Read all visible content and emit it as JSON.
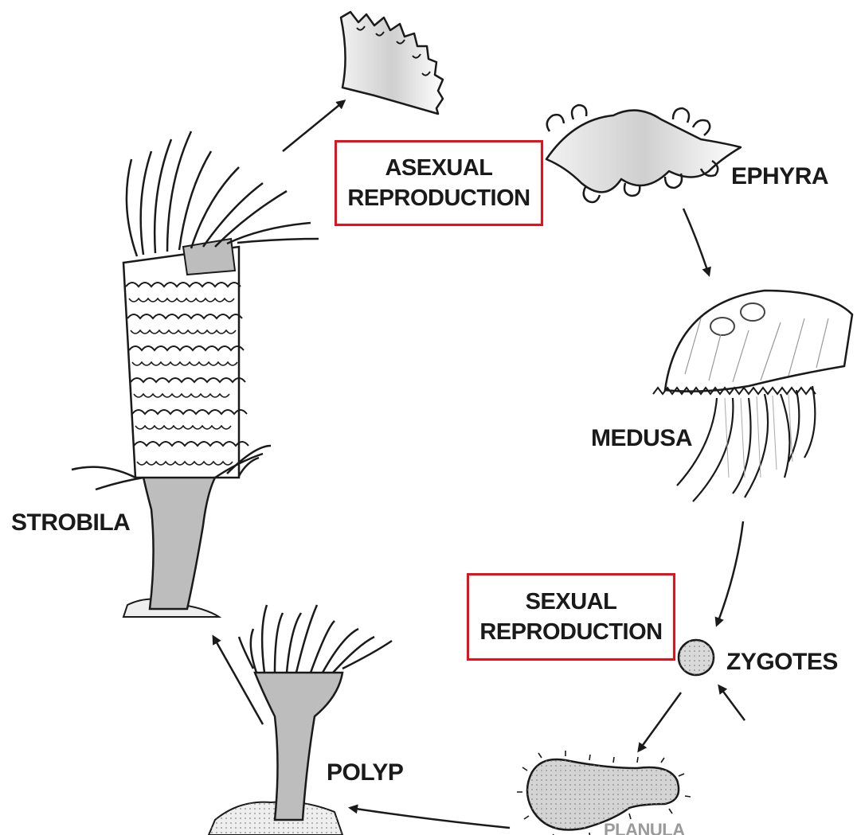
{
  "labels": {
    "ephyra": "EPHYRA",
    "medusa": "MEDUSA",
    "strobila": "STROBILA",
    "zygotes": "ZYGOTES",
    "polyp": "POLYP",
    "planula_partial": "PLANULA"
  },
  "callouts": {
    "asexual": {
      "line1": "ASEXUAL",
      "line2": "REPRODUCTION"
    },
    "sexual": {
      "line1": "SEXUAL",
      "line2": "REPRODUCTION"
    }
  },
  "colors": {
    "callout_border": "#e8101a",
    "ink": "#1a1a1a",
    "body_fill": "#bdbdbd"
  }
}
